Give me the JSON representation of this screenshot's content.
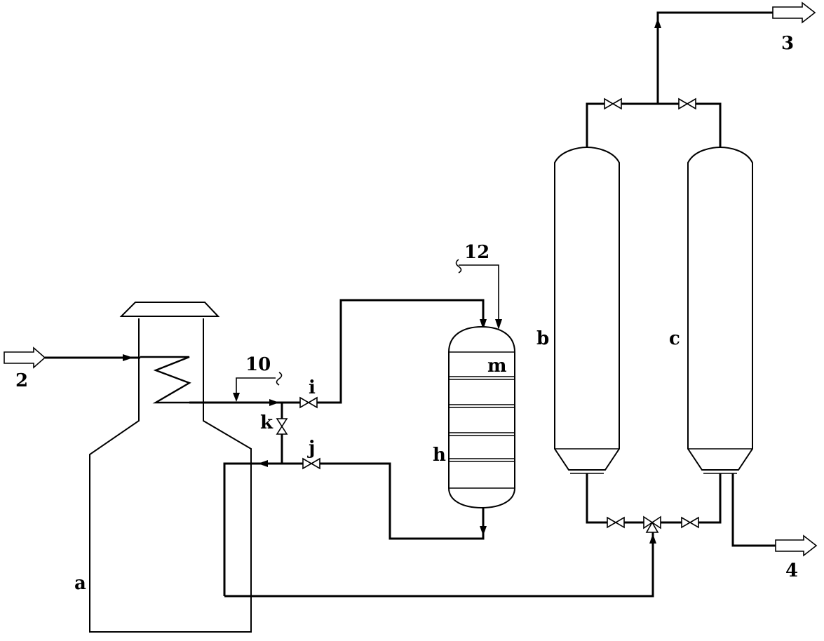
{
  "labels": {
    "furnace": "a",
    "adsorber_b": "b",
    "adsorber_c": "c",
    "reactor": "h",
    "reactor_tray": "m",
    "valve_i": "i",
    "valve_j": "j",
    "valve_k": "k",
    "stream_2": "2",
    "stream_3": "3",
    "stream_4": "4",
    "stream_10": "10",
    "stream_12": "12"
  },
  "colors": {
    "line": "#000000",
    "background": "#ffffff"
  }
}
